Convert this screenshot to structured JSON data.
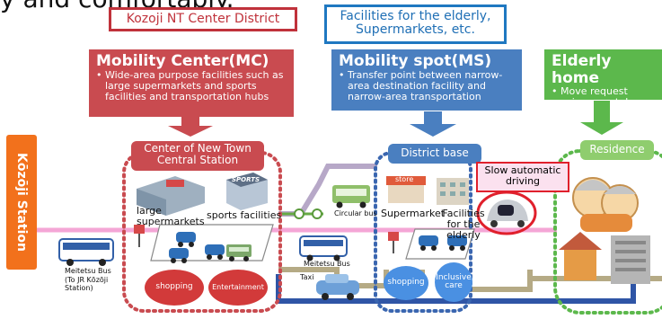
{
  "top_text": "y and comfortably.",
  "district_label": "Kozoji NT Center District",
  "facilities_label": "Facilities for the elderly, Supermarkets, etc.",
  "station": "Kōzōji Station",
  "mc": {
    "title": "Mobility Center(MC)",
    "desc": [
      "• Wide-area purpose facilities such as",
      "large supermarkets and sports",
      "facilities and transportation hubs"
    ],
    "pill": "Center of New Town Central Station"
  },
  "ms": {
    "title": "Mobility spot(MS)",
    "desc": [
      "• Transfer point between narrow-",
      "area destination facility and",
      "narrow-area transportation"
    ],
    "pill": "District base"
  },
  "eh": {
    "title": "Elderly home",
    "desc": [
      "• Move request",
      "using smartphone"
    ],
    "pill": "Residence"
  },
  "labels": {
    "large_supermarkets": "large supermarkets",
    "sports": "sports facilities",
    "sports_sign": "SPORTS",
    "circular_bus": "Circular bus",
    "supermarket": "Supermarket",
    "store_sign": "store",
    "facilities_elderly": "Facilities for the elderly",
    "slow_driving": "Slow automatic driving",
    "meitetsu_bus_left": "Meitetsu Bus",
    "meitetsu_bus_left_sub": "(To JR Kōzōji Station)",
    "meitetsu_bus_center": "Meitetsu Bus",
    "taxi": "Taxi"
  },
  "ovals": {
    "shopping_mc": "shopping",
    "entertainment": "Entertainment",
    "shopping_ms": "shopping",
    "inclusive_care": "Inclusive care"
  },
  "colors": {
    "red": "#c94b50",
    "blue": "#4a7fc0",
    "green": "#5cb84c",
    "orange": "#f2711c",
    "road_blue": "#2f55a6",
    "road_tan": "#b5aa85",
    "road_pink": "#f4a6d6"
  }
}
